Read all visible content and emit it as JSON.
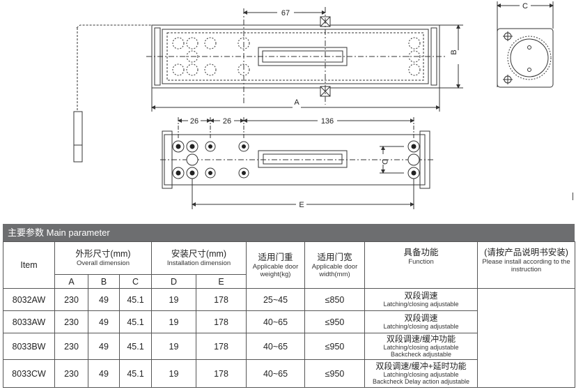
{
  "drawing": {
    "dim_top": "67",
    "dim_b": "B",
    "dim_a": "A",
    "dim_c": "C",
    "dim_26_1": "26",
    "dim_26_2": "26",
    "dim_136": "136",
    "dim_d": "D",
    "dim_e": "E"
  },
  "table": {
    "title": "主要参数 Main parameter",
    "headers": {
      "item": "Item",
      "overall_cn": "外形尺寸(mm)",
      "overall_en": "Overall dimension",
      "install_cn": "安装尺寸(mm)",
      "install_en": "Installation dimension",
      "weight_cn": "适用门重",
      "weight_en": "Applicable door weight(kg)",
      "width_cn": "适用门宽",
      "width_en": "Applicable door width(mm)",
      "function_cn": "具备功能",
      "function_en": "Function",
      "note_cn": "(请按产品说明书安装)",
      "note_en": "Please install according to the instruction",
      "a": "A",
      "b": "B",
      "c": "C",
      "d": "D",
      "e": "E"
    },
    "rows": [
      {
        "item": "8032AW",
        "a": "230",
        "b": "49",
        "c": "45.1",
        "d": "19",
        "e": "178",
        "weight": "25~45",
        "width": "≤850",
        "fn_cn": "双段调速",
        "fn_en1": "Latching/closing adjustable",
        "fn_en2": ""
      },
      {
        "item": "8033AW",
        "a": "230",
        "b": "49",
        "c": "45.1",
        "d": "19",
        "e": "178",
        "weight": "40~65",
        "width": "≤950",
        "fn_cn": "双段调速",
        "fn_en1": "Latching/closing adjustable",
        "fn_en2": ""
      },
      {
        "item": "8033BW",
        "a": "230",
        "b": "49",
        "c": "45.1",
        "d": "19",
        "e": "178",
        "weight": "40~65",
        "width": "≤950",
        "fn_cn": "双段调速/缓冲功能",
        "fn_en1": "Latching/closing adjustable",
        "fn_en2": "Backcheck adjustable"
      },
      {
        "item": "8033CW",
        "a": "230",
        "b": "49",
        "c": "45.1",
        "d": "19",
        "e": "178",
        "weight": "40~65",
        "width": "≤950",
        "fn_cn": "双段调速/缓冲+延时功能",
        "fn_en1": "Latching/closing adjustable",
        "fn_en2": "Backcheck  Delay action adjustable"
      }
    ]
  }
}
